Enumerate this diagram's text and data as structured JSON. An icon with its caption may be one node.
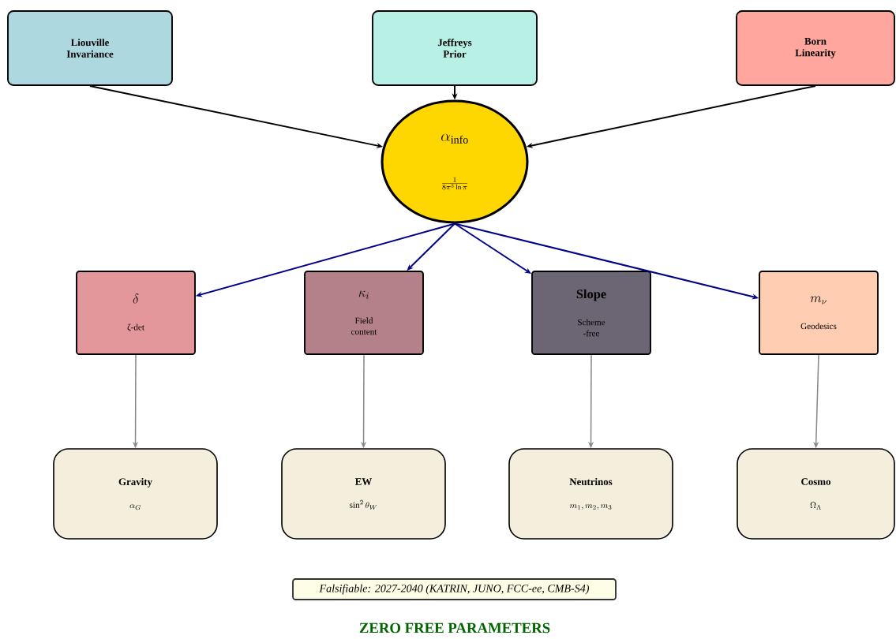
{
  "diagram": {
    "caption": "ZERO FREE PARAMETERS",
    "nodes": [
      {
        "text": [
          "Liouville Invariance"
        ]
      },
      {
        "text": [
          "Jeffreys Prior"
        ]
      },
      {
        "text": [
          "Born Linearity"
        ]
      },
      {
        "text": [
          "\\alpha_{\\mathrm{info}}",
          "\\frac{1}{8\\pi^3\\ln\\pi}"
        ]
      },
      {
        "text": [
          "\\delta",
          "ζ-det"
        ]
      },
      {
        "text": [
          "\\kappa_i",
          "Field content"
        ]
      },
      {
        "text": [
          "Slope",
          "Scheme -free"
        ]
      },
      {
        "text": [
          "m_\\nu",
          "Geodesics"
        ]
      },
      {
        "text": [
          "Gravity",
          "\\alpha_G"
        ]
      },
      {
        "text": [
          "EW",
          "\\sin^2\\theta_W"
        ]
      },
      {
        "text": [
          "Neutrinos",
          "m_1, m_2, m_3"
        ]
      },
      {
        "text": [
          "Cosmo",
          "\\Omega_\\Lambda"
        ]
      },
      {
        "text": [
          "Falsifiable: 2027-2040 (KATRIN, JUNO, FCC-ee, CMB-S4)"
        ]
      }
    ],
    "edges": [
      {
        "from": 0,
        "to": 3,
        "arrow": "to",
        "color": "#000000"
      },
      {
        "from": 1,
        "to": 3,
        "arrow": "to",
        "color": "#000000"
      },
      {
        "from": 2,
        "to": 3,
        "arrow": "to",
        "color": "#000000"
      },
      {
        "from": 3,
        "to": 4,
        "arrow": "to",
        "color": "#00008b"
      },
      {
        "from": 3,
        "to": 5,
        "arrow": "to",
        "color": "#00008b"
      },
      {
        "from": 3,
        "to": 6,
        "arrow": "to",
        "color": "#00008b"
      },
      {
        "from": 3,
        "to": 7,
        "arrow": "to",
        "color": "#00008b"
      },
      {
        "from": 4,
        "to": 8,
        "arrow": "to",
        "color": "#888888"
      },
      {
        "from": 5,
        "to": 9,
        "arrow": "to",
        "color": "#888888"
      },
      {
        "from": 6,
        "to": 10,
        "arrow": "to",
        "color": "#888888"
      },
      {
        "from": 7,
        "to": 11,
        "arrow": "to",
        "color": "#888888"
      }
    ]
  }
}
